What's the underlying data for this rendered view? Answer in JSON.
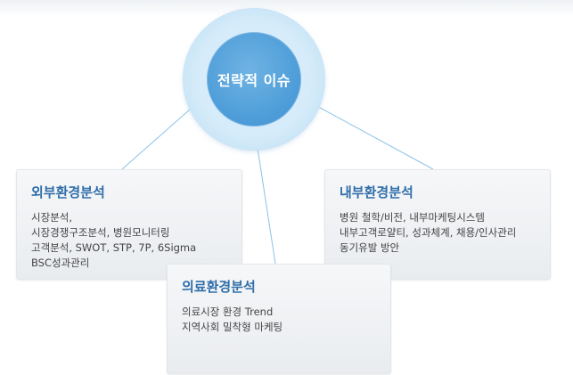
{
  "center": {
    "title": "전략적 이슈"
  },
  "cards": {
    "external": {
      "title": "외부환경분석",
      "lines": [
        "시장분석,",
        "시장경쟁구조분석, 병원모니터링",
        "고객분석, SWOT, STP, 7P, 6Sigma",
        "BSC성과관리"
      ]
    },
    "internal": {
      "title": "내부환경분석",
      "lines": [
        "병원 철학/비전, 내부마케팅시스템",
        "내부고객로얄티, 성과체계, 채용/인사관리",
        "동기유발 방안"
      ]
    },
    "medical": {
      "title": "의료환경분석",
      "lines": [
        "의료시장 환경 Trend",
        "지역사회 밀착형 마케팅"
      ]
    }
  },
  "colors": {
    "accent": "#2f6ea9",
    "hub_inner": "#4b9bd8",
    "hub_outer": "#d7ecfa",
    "connector": "#8cc3e8",
    "card_bg": "#eceef1"
  }
}
